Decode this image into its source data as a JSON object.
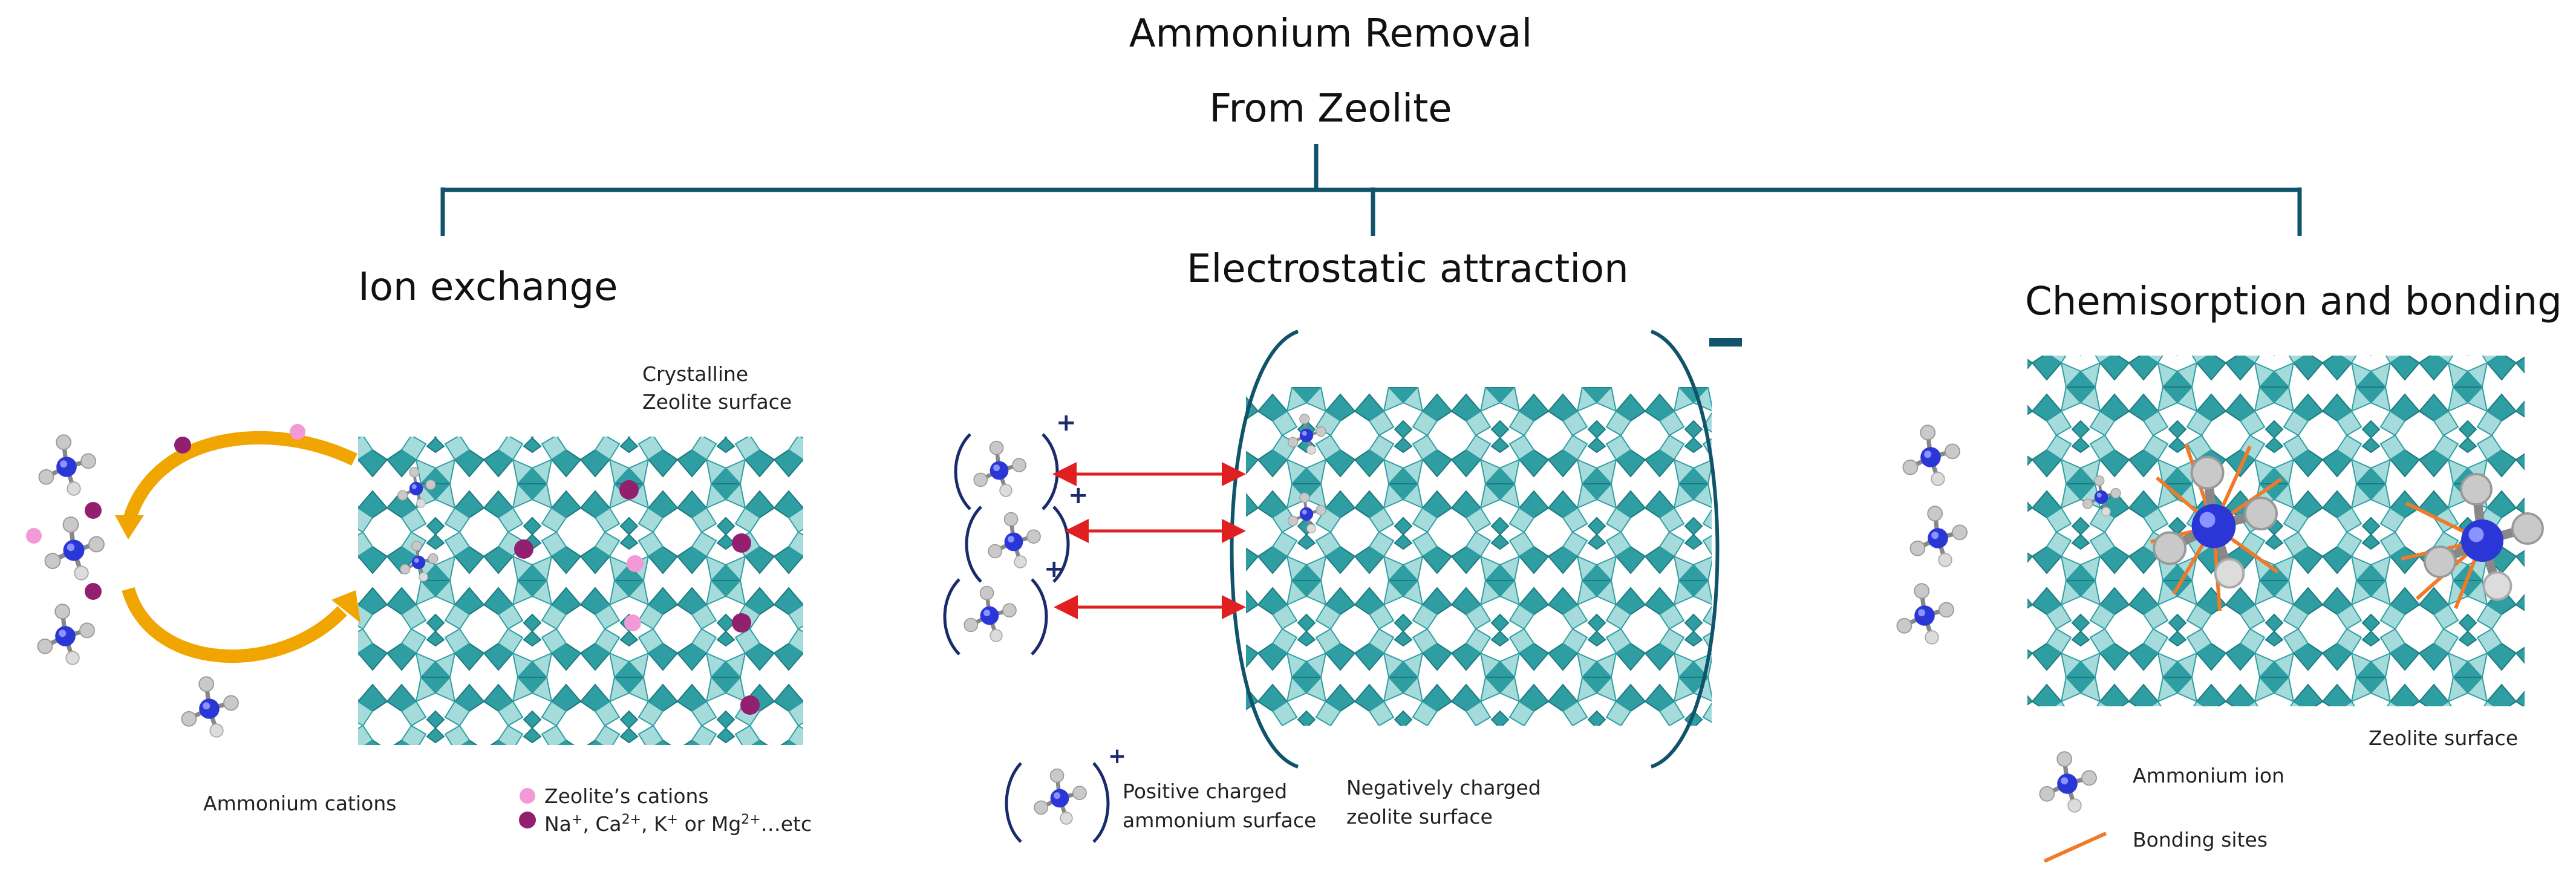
{
  "title": {
    "line1": "Ammonium Removal",
    "line2": "From Zeolite"
  },
  "colors": {
    "tree": "#10536b",
    "zeolite": "#2e9ea3",
    "zeolite_light": "#a6dbdc",
    "arrow_gold": "#f0a500",
    "arrow_red": "#e02020",
    "bond": "#f07a2a",
    "nitrogen": "#2a37d6",
    "hydrogen": "#c9c9c9",
    "cation_dark": "#93206f",
    "cation_light": "#f39ad6",
    "charge": "#1a2b6b"
  },
  "branches": {
    "ion_exchange": {
      "heading": "Ion exchange",
      "surface_label_1": "Crystalline",
      "surface_label_2": "Zeolite surface",
      "ammonium_label": "Ammonium cations",
      "cations_label": "Zeolite’s cations",
      "cations_list_parts": [
        "Na",
        "+",
        ", Ca",
        "2+",
        ", K",
        "+",
        " or Mg",
        "2+",
        "…etc"
      ]
    },
    "electrostatic": {
      "heading": "Electrostatic attraction",
      "positive_sign": "+",
      "negative_sign": "−",
      "legend_positive_1": "Positive charged",
      "legend_positive_2": "ammonium surface",
      "legend_negative_1": "Negatively charged",
      "legend_negative_2": "zeolite surface"
    },
    "chemisorption": {
      "heading": "Chemisorption and bonding",
      "surface_label": "Zeolite surface",
      "legend_ion": "Ammonium ion",
      "legend_bond": "Bonding sites"
    }
  }
}
